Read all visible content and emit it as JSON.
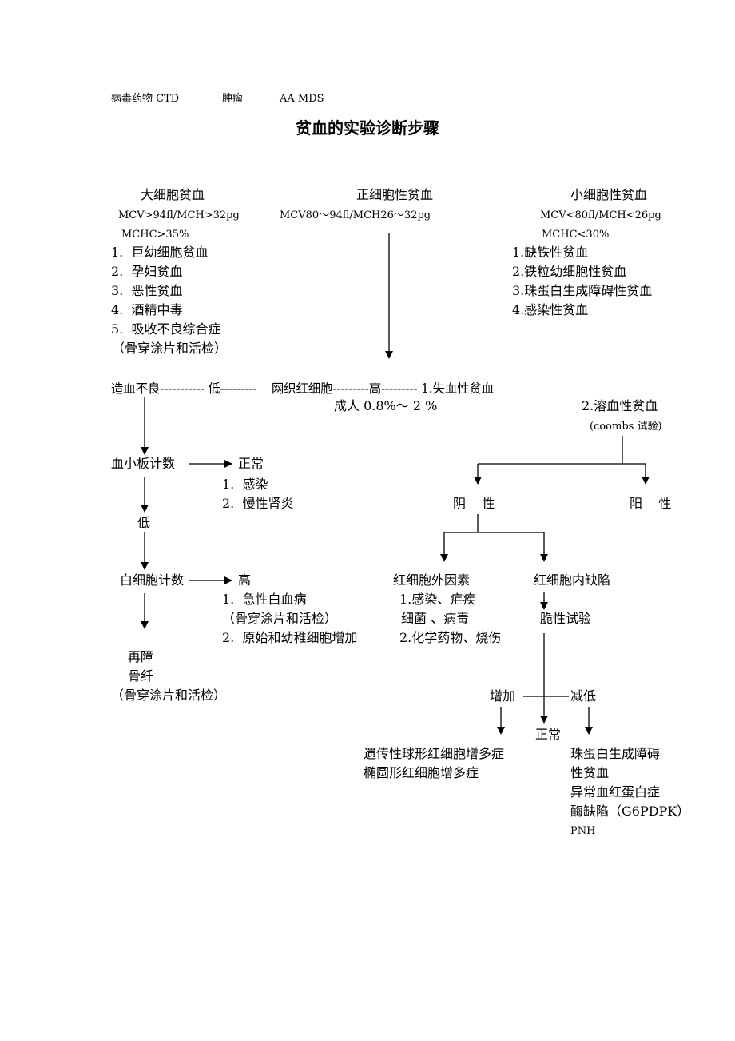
{
  "header_line": {
    "a": "病毒药物 CTD",
    "b": "肿瘤",
    "c": "AA MDS"
  },
  "title": "贫血的实验诊断步骤",
  "macro": {
    "title": "大细胞贫血",
    "mcv": "MCV>94fl/MCH>32pg",
    "mchc": "MCHC>35%",
    "items": [
      "1.  巨幼细胞贫血",
      "2.  孕妇贫血",
      "3.  恶性贫血",
      "4.  酒精中毒",
      "5.  吸收不良综合症"
    ],
    "note": "（骨穿涂片和活检）"
  },
  "normo": {
    "title": "正细胞性贫血",
    "mcv": "MCV80～94fl/MCH26～32pg"
  },
  "micro": {
    "title": "小细胞性贫血",
    "mcv": "MCV<80fl/MCH<26pg",
    "mchc": "MCHC<30%",
    "items": [
      "1.缺铁性贫血",
      "2.铁粒幼细胞性贫血",
      "3.珠蛋白生成障碍性贫血",
      "4.感染性贫血"
    ]
  },
  "retic": {
    "line": "造血不良----------- 低---------    网织红细胞---------高--------- 1.失血性贫血",
    "adult": "成人 0.8%～ 2 %",
    "right2": "2.溶血性贫血",
    "coombs": "(coombs 试验)"
  },
  "platelet": {
    "label": "血小板计数",
    "normal": "正常",
    "causes": [
      "1.  感染",
      "2.  慢性肾炎"
    ],
    "low": "低"
  },
  "wbc": {
    "label": "白细胞计数",
    "high": "高",
    "causes": [
      "1.  急性白血病",
      "（骨穿涂片和活检）",
      "2.  原始和幼稚细胞增加"
    ]
  },
  "aplastic": [
    "再障",
    "骨纤",
    "（骨穿涂片和活检）"
  ],
  "coombs_result": {
    "negative": "阴    性",
    "positive": "阳    性"
  },
  "extrinsic": {
    "title": "红细胞外因素",
    "items": [
      "1.感染、疟疾",
      "细菌 、病毒",
      "2.化学药物、烧伤"
    ]
  },
  "intrinsic": {
    "title": "红细胞内缺陷",
    "test": "脆性试验"
  },
  "fragility": {
    "increase": "增加",
    "decrease": "减低",
    "normal": "正常"
  },
  "increase_dx": [
    "遗传性球形红细胞增多症",
    "椭圆形红细胞增多症"
  ],
  "decrease_dx": [
    "珠蛋白生成障碍",
    "性贫血",
    "异常血红蛋白症",
    "酶缺陷（G6PDPK）",
    "PNH"
  ]
}
